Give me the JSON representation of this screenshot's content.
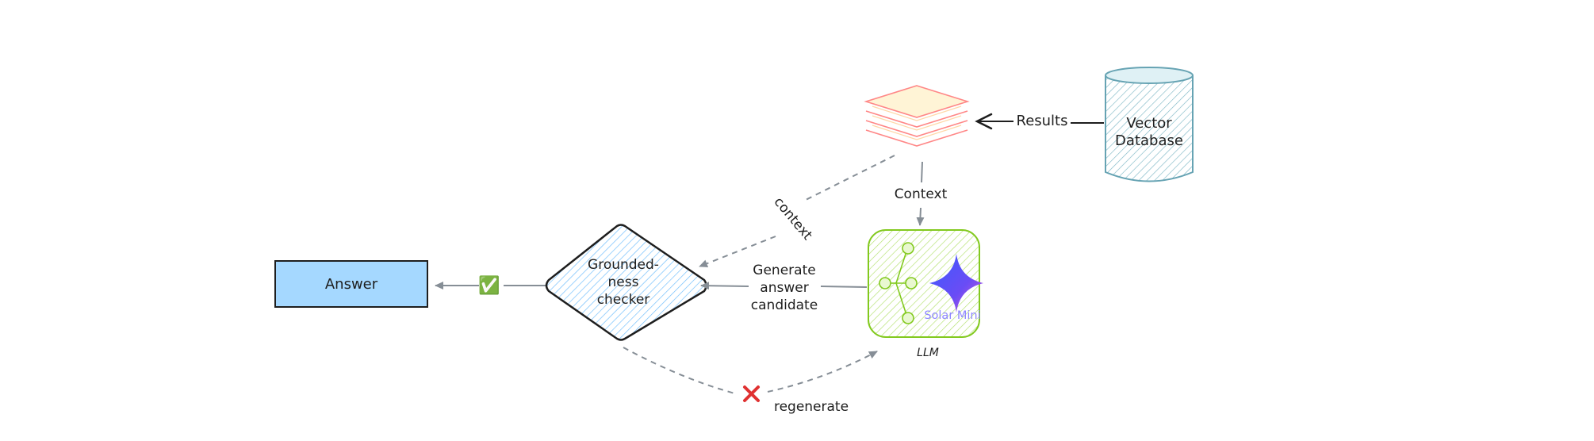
{
  "nodes": {
    "answer": "Answer",
    "checker_line1": "Grounded-",
    "checker_line2": "ness",
    "checker_line3": "checker",
    "llm_label": "LLM",
    "solar_text": "Solar Mini",
    "vector_line1": "Vector",
    "vector_line2": "Database"
  },
  "edges": {
    "results": "Results",
    "context_down": "Context",
    "context_diag": "context",
    "generate_line1": "Generate",
    "generate_line2": "answer",
    "generate_line3": "candidate",
    "regenerate": "regenerate"
  },
  "icons": {
    "check": "✅",
    "cross": "❌"
  },
  "colors": {
    "answer_fill": "#a5d8ff",
    "checker_hatch": "#74c0fc",
    "llm_fill": "#d8f5a2",
    "llm_stroke": "#82c91e",
    "docs_stroke": "#ff8787",
    "docs_fill": "#ffec99",
    "db_stroke": "#66a3b3",
    "db_fill": "#c3e6ef",
    "solar_star": "#5b4cf5",
    "arrow": "#868e96"
  }
}
